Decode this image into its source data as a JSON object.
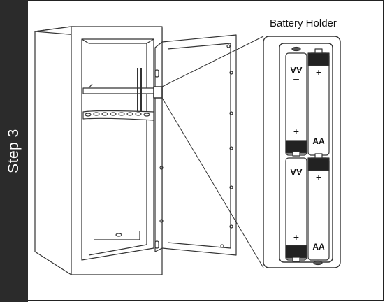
{
  "step": {
    "label": "Step 3"
  },
  "callout": {
    "title": "Battery Holder"
  },
  "batteries": {
    "type_label": "AA",
    "plus": "+",
    "minus": "–"
  }
}
